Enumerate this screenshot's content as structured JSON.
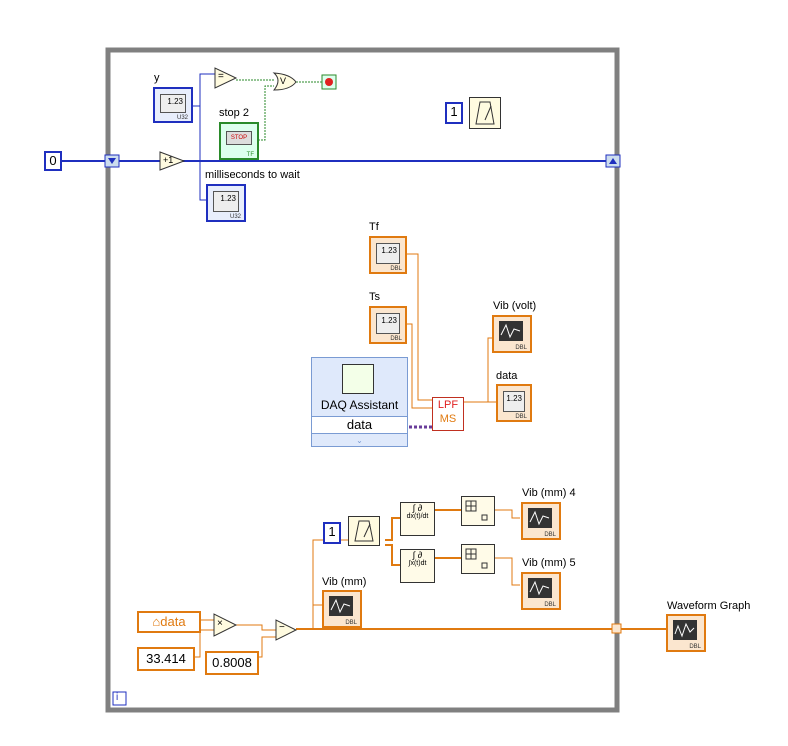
{
  "labels": {
    "y": "y",
    "stop2": "stop 2",
    "ms_wait": "milliseconds to wait",
    "tf": "Tf",
    "ts": "Ts",
    "vib_volt": "Vib (volt)",
    "data_ind": "data",
    "vib_mm4": "Vib (mm) 4",
    "vib_mm5": "Vib (mm) 5",
    "vib_mm": "Vib (mm)",
    "waveform_graph": "Waveform Graph",
    "daq_title": "DAQ Assistant",
    "daq_output": "data",
    "lpf_line1": "LPF",
    "lpf_line2": "MS",
    "stop_text": "STOP",
    "tf_bool": "TF",
    "num_display": "1.23",
    "i_terminal": "i"
  },
  "constants": {
    "shift_init": "0",
    "wait_const_top": "1",
    "wait_const_bottom": "1",
    "data_local": "data",
    "mult_const": "33.414",
    "sub_const": "0.8008"
  },
  "type_tags": {
    "u32": "U32",
    "dbl": "DBL"
  },
  "operators": {
    "eq": "=",
    "or": "V",
    "incr": "+1",
    "mult": "×",
    "sub": "−",
    "deriv_top": "∫ ∂",
    "deriv_bot": "dx(t)/dt",
    "integ_top": "∫ ∂",
    "integ_bot": "∫x(t)dt"
  },
  "colors": {
    "loop_border": "#808080",
    "int_wire": "#1f2fbf",
    "dbl_wire": "#e07a10",
    "bool_wire": "#2a8a2a"
  }
}
